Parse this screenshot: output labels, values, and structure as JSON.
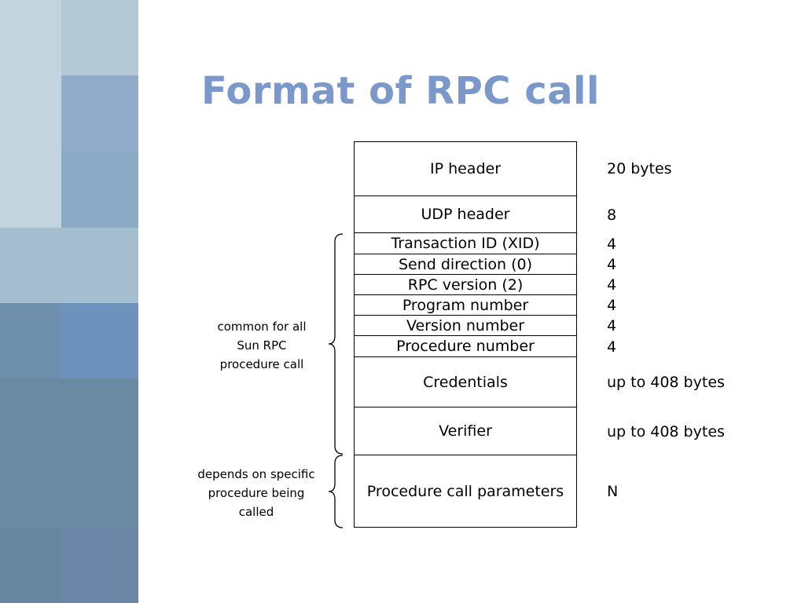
{
  "slide": {
    "title": "Format of RPC call"
  },
  "fields": [
    {
      "label": "IP header",
      "size": "20 bytes"
    },
    {
      "label": "UDP header",
      "size": "8"
    },
    {
      "label": "Transaction ID (XID)",
      "size": "4"
    },
    {
      "label": "Send direction (0)",
      "size": "4"
    },
    {
      "label": "RPC version (2)",
      "size": "4"
    },
    {
      "label": "Program number",
      "size": "4"
    },
    {
      "label": "Version number",
      "size": "4"
    },
    {
      "label": "Procedure number",
      "size": "4"
    },
    {
      "label": "Credentials",
      "size": "up to 408 bytes"
    },
    {
      "label": "Verifier",
      "size": "up to 408 bytes"
    },
    {
      "label": "Procedure call parameters",
      "size": "N"
    }
  ],
  "annotations": {
    "common": [
      "common for all",
      "Sun RPC",
      "procedure call"
    ],
    "specific": [
      "depends on specific",
      "procedure being",
      "called"
    ]
  },
  "colors": {
    "title": "#7a98c9",
    "accent_light": "#b4c8d6",
    "accent_mid": "#8faac8",
    "accent_dark": "#6483a0"
  }
}
